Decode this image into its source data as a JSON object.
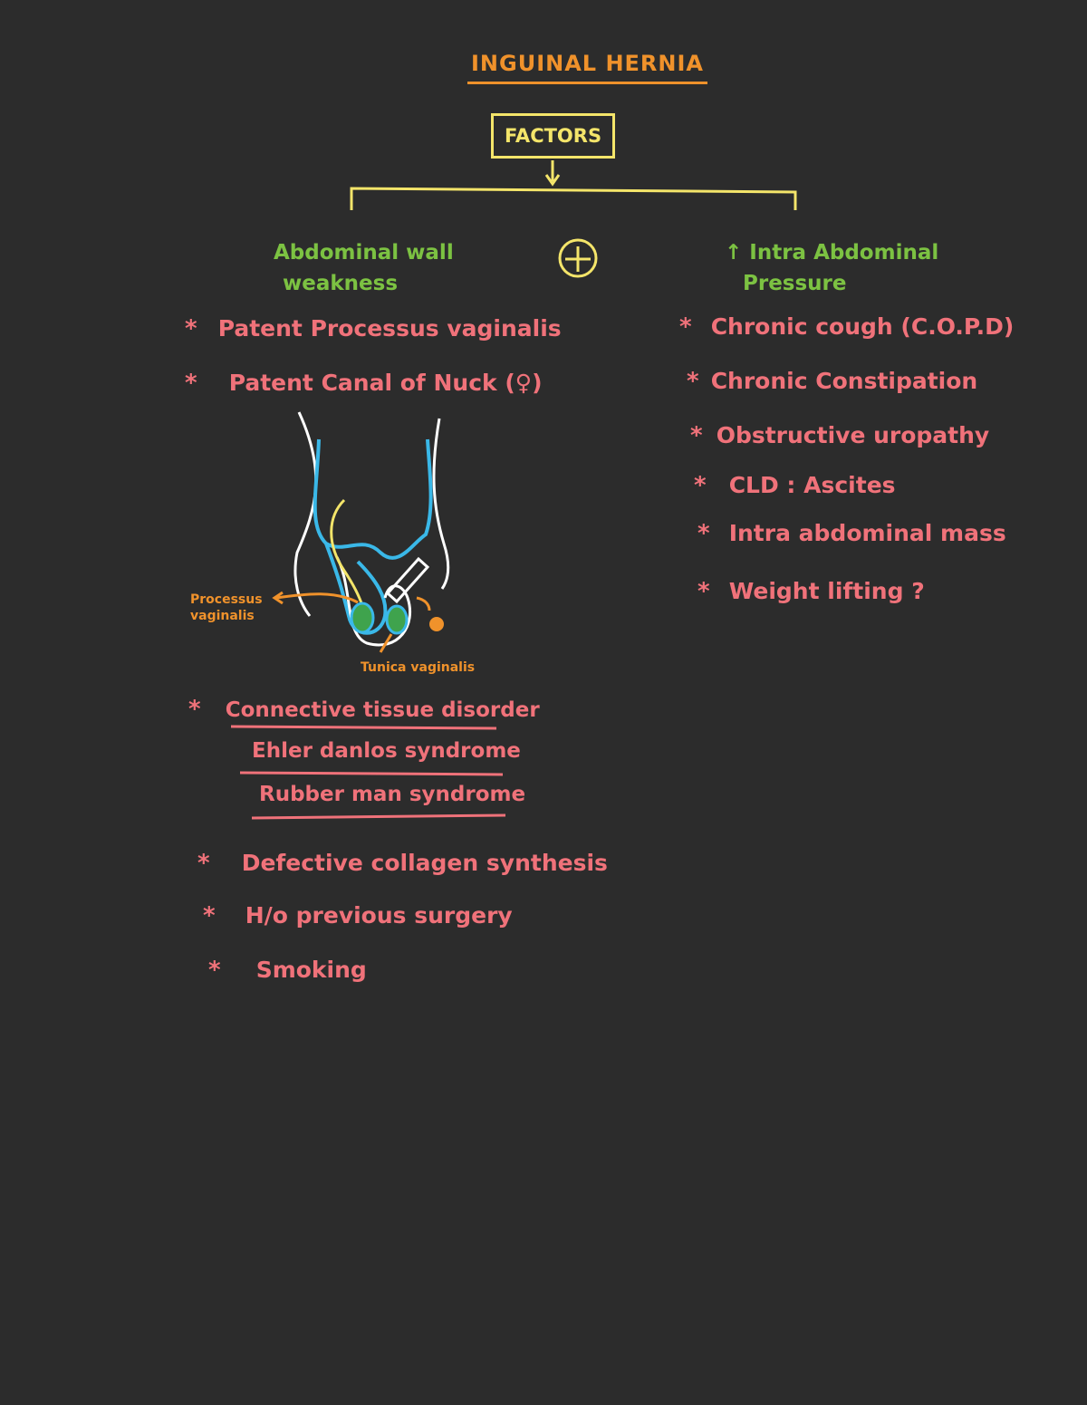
{
  "title": "INGUINAL HERNIA",
  "root": "FACTORS",
  "plus_symbol": "+",
  "left": {
    "heading_line1": "Abdominal wall",
    "heading_line2": "weakness",
    "items": [
      "Patent Processus vaginalis",
      "Patent Canal of Nuck (♀)"
    ],
    "diagram_labels": {
      "processus": [
        "Processus",
        "vaginalis"
      ],
      "tunica": "Tunica vaginalis"
    },
    "connective_heading": "Connective tissue disorder",
    "connective_sub": [
      "Ehler danlos syndrome",
      "Rubber man syndrome"
    ],
    "items2": [
      "Defective collagen synthesis",
      "H/o previous surgery",
      "Smoking"
    ]
  },
  "right": {
    "heading_line1": "↑ Intra Abdominal",
    "heading_line2": "Pressure",
    "items": [
      "Chronic cough (C.O.P.D)",
      "Chronic Constipation",
      "Obstructive uropathy",
      "CLD : Ascites",
      "Intra abdominal mass",
      "Weight lifting ?"
    ]
  },
  "bullet": "*",
  "colors": {
    "background": "#2c2c2c",
    "title": "#f0922b",
    "factors": "#f4e56a",
    "heading": "#7cc242",
    "items": "#f0727a",
    "diagram_blue": "#3ab8e8",
    "diagram_green": "#3fa34d"
  }
}
